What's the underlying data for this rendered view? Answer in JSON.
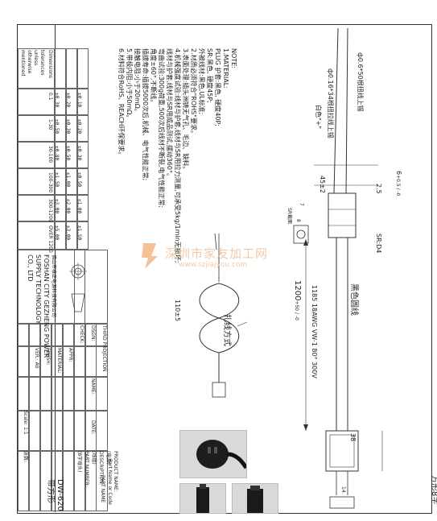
{
  "notes": {
    "title": "NOTE:",
    "lines": [
      "1.MATERIAL:",
      "PLUG 护套:黑色, 硬度40P;",
      "SR:黑色, 硬度45P;",
      "外被线材:黑色,UL标准;",
      "2.材质必须符合\"ROHS\"要求。",
      "3.表面处理:插头洲铸无气孔、毛边、缺料。",
      "4.机械强度试验:线材与护套,线材与SR用拉力测量,可承受5kg/1min无损坏;",
      "  线材与护套,线材与SR用成品测试,摆动360°。",
      "  弯曲试验:300g荷重,500次后线材不断裂,电气性能正常;",
      "  角度±60°,不断线。",
      "  插拔寿命:插拔5000次后,机械、电气性能正常;",
      "  接触电阻:小于20mΩ。",
      "5.带极内阻:小于50mΩ。",
      "6.材料符合RoHS、REACH环保要求。"
    ]
  },
  "tolerance": {
    "header": [
      "Dimensions",
      "0.1",
      "1-30",
      "30-100",
      "100-300",
      "300-1200",
      "OVER 1200"
    ],
    "label_col": [
      "tolerances",
      "unless",
      "otherwise",
      "mentioned"
    ],
    "rows": [
      [
        "±0.10",
        "±0.20",
        "±0.30",
        "±0.50",
        "±1.00",
        "±1.50"
      ],
      [
        "±0.20",
        "±0.30",
        "±0.50",
        "±1.00",
        "±2.00",
        "±3.00"
      ],
      [
        "±0.30",
        "±0.50",
        "±0.80",
        "±1.50",
        "±3.00",
        "±5.00"
      ]
    ]
  },
  "company": {
    "cn": "佛山市格正电源科技有限公司",
    "en1": "FOSHAN CITY GEZHENG POWER",
    "en2": "SUPPLY TECHNOLOGY",
    "en3": "CO., LTD"
  },
  "title_block": {
    "third_proj": "THIRD PROJECTION",
    "design": "DSGN:",
    "check": "CHECK:",
    "appr": "APPR:",
    "material": "MATERIAL:",
    "finish": "FINISH:",
    "name": "NAME:",
    "date": "DATE:",
    "product_name": "PRODUCT NAME:",
    "product_value": "(电源)",
    "description": "DESCRIPTION:",
    "description_value": "(线组)",
    "ver": "VER.: A0",
    "scale": "Scale: 1:1",
    "part_number": "PART NUMBER:",
    "part_value": "(8字母头)",
    "drawing_no": "DW-620",
    "sheet": "张数:",
    "product_cn": "带方形",
    "part_name": "PART NAME",
    "part_no_label": "Part Name or Code"
  },
  "drawing": {
    "lead_note": "ф0.6*50根扭线上锡",
    "lead_note2": "ф0.16*34根扭拉线上锡",
    "lead_note3": "白色\"+\"",
    "dim_6": "6",
    "dim_6_tol": "+0.5 / -0",
    "dim_2_5": "2.5",
    "dim_45": "45±2",
    "sr_label": "SR截面",
    "sr_dim1": "7",
    "sr_dim2": "8",
    "sr_d4": "SR:D4",
    "cable_label": "黑色圆线",
    "cable_spec": "1185 18AWG VW-1 80° 300V",
    "length": "1200",
    "length_tol": "+50 / -0",
    "tie_label": "扎线方式",
    "tie_dim": "110±5",
    "plug_dim": "38",
    "plug_note": "方形8字",
    "dim_14": "14"
  },
  "watermark": {
    "cn": "深圳市家友加工网",
    "url": "www.szjiajyou.com"
  }
}
